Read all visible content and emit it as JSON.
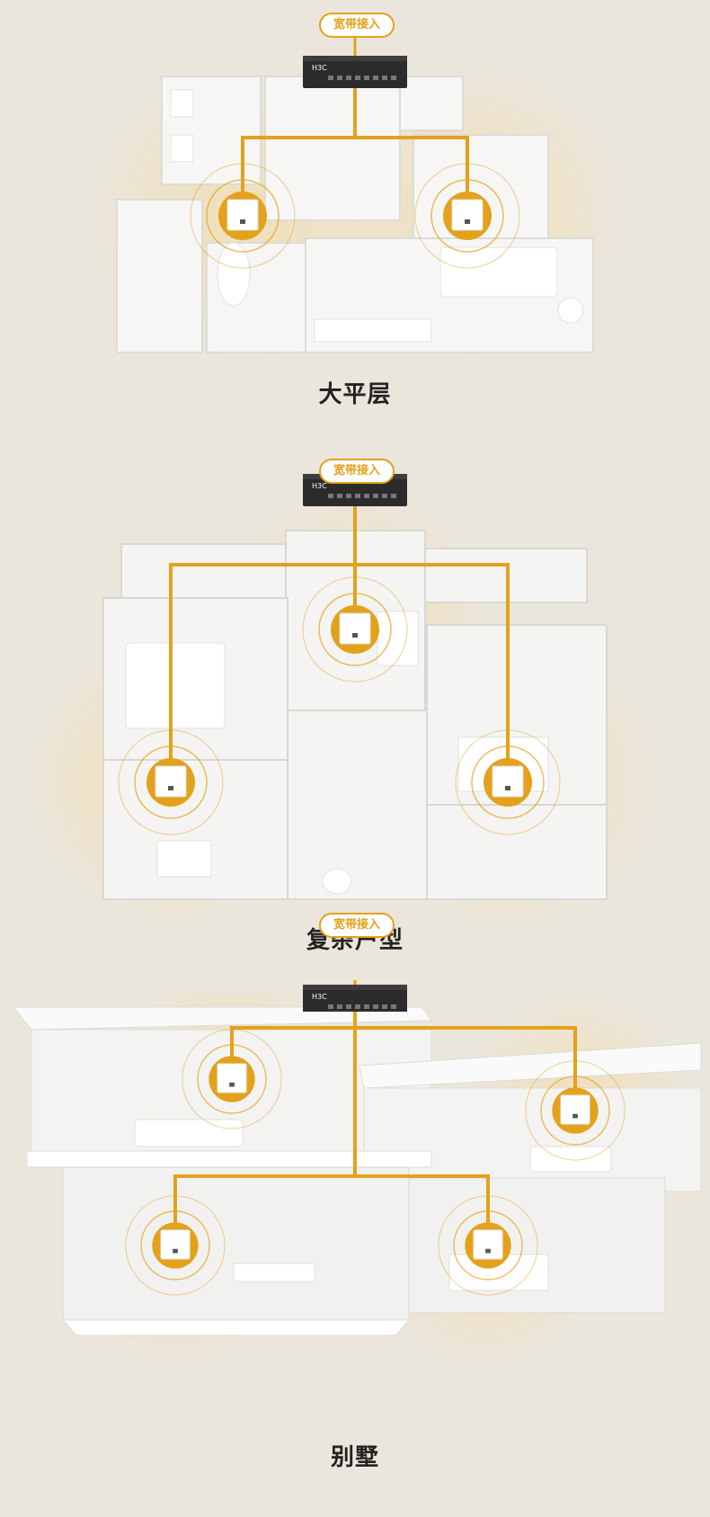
{
  "sections": [
    {
      "badge": "宽带接入",
      "title": "大平层"
    },
    {
      "badge": "宽带接入",
      "title": "复杂户型"
    },
    {
      "badge": "宽带接入",
      "title": "别墅"
    }
  ],
  "switch_brand": "H3C",
  "colors": {
    "accent": "#e4a11b",
    "background": "#ebe6dc",
    "switch": "#2b2b2b"
  },
  "icons": [
    "router-switch-icon",
    "wall-access-point-icon",
    "coverage-halo-icon"
  ]
}
